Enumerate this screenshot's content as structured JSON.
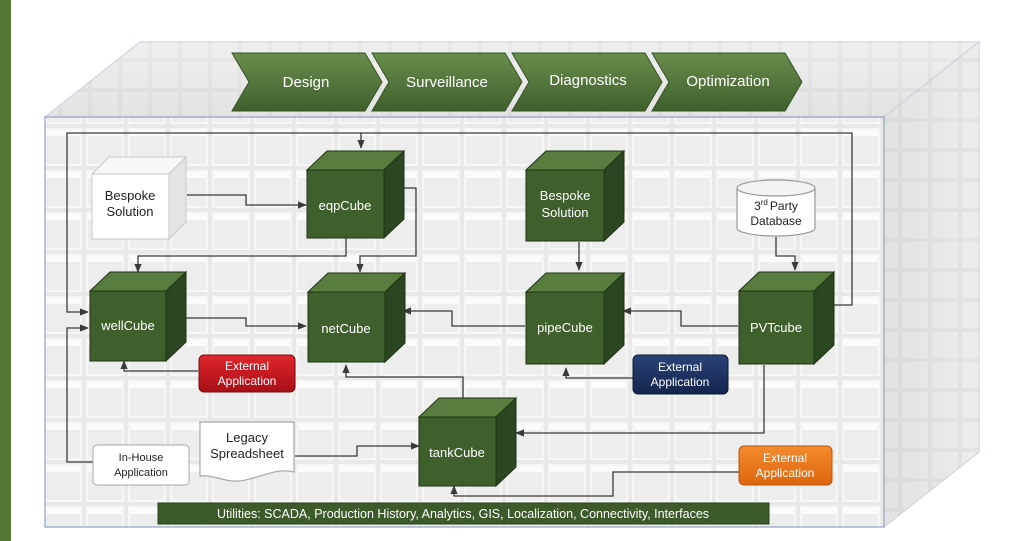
{
  "colors": {
    "cube_front": "#3f5f2c",
    "cube_top": "#587d3f",
    "cube_side": "#2b4620",
    "chevron": "#4f7236",
    "red": "#c8141c",
    "navy": "#1c3060",
    "orange": "#ee7518",
    "util_bar": "#3c5a2a",
    "left_edge": "#56772f"
  },
  "process": {
    "steps": [
      "Design",
      "Surveillance",
      "Diagnostics",
      "Optimization"
    ]
  },
  "cubes": {
    "eqp": "eqpCube",
    "well": "wellCube",
    "net": "netCube",
    "pipe": "pipeCube",
    "pvt": "PVTcube",
    "tank": "tankCube",
    "bespoke_right_line1": "Bespoke",
    "bespoke_right_line2": "Solution"
  },
  "boxes": {
    "bespoke_left_line1": "Bespoke",
    "bespoke_left_line2": "Solution",
    "db_line1_pre": "3",
    "db_line1_sup": "rd",
    "db_line1_post": "Party",
    "db_line2": "Database",
    "ext_red_line1": "External",
    "ext_red_line2": "Application",
    "ext_navy_line1": "External",
    "ext_navy_line2": "Application",
    "ext_orange_line1": "External",
    "ext_orange_line2": "Application",
    "inhouse_line1": "In-House",
    "inhouse_line2": "Application",
    "legacy_line1": "Legacy",
    "legacy_line2": "Spreadsheet"
  },
  "utilities": "Utilities: SCADA, Production History, Analytics, GIS, Localization, Connectivity, Interfaces",
  "icons": {
    "cube": "cube-icon",
    "database": "database-icon",
    "document": "document-icon"
  }
}
